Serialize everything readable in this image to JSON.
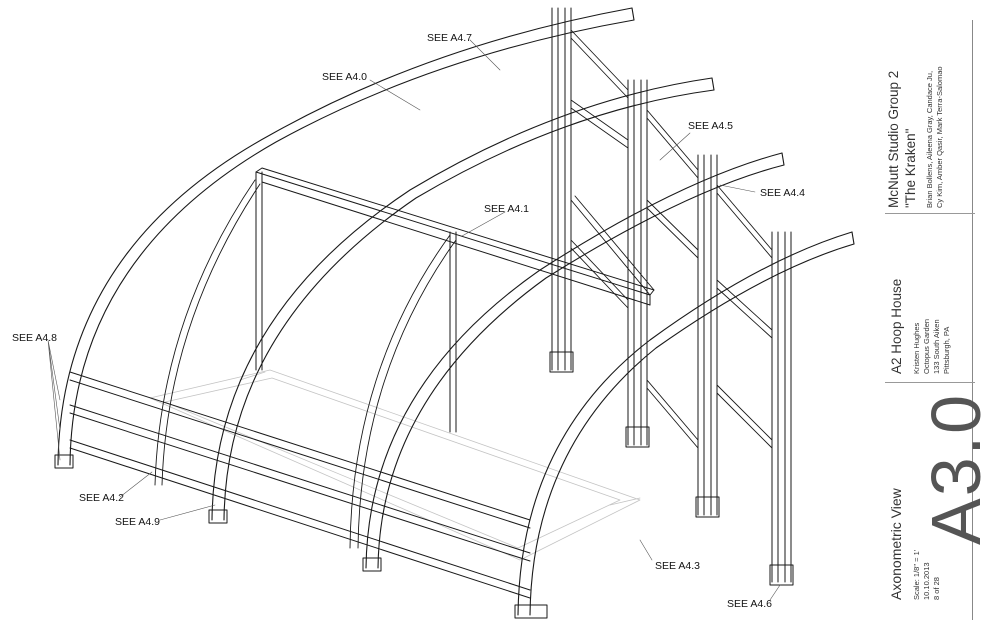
{
  "callouts": [
    {
      "id": "a47",
      "text": "SEE A4.7"
    },
    {
      "id": "a40",
      "text": "SEE A4.0"
    },
    {
      "id": "a45",
      "text": "SEE A4.5"
    },
    {
      "id": "a44",
      "text": "SEE A4.4"
    },
    {
      "id": "a41",
      "text": "SEE A4.1"
    },
    {
      "id": "a48",
      "text": "SEE A4.8"
    },
    {
      "id": "a42",
      "text": "SEE A4.2"
    },
    {
      "id": "a49",
      "text": "SEE A4.9"
    },
    {
      "id": "a43",
      "text": "SEE A4.3"
    },
    {
      "id": "a46",
      "text": "SEE A4.6"
    }
  ],
  "title_block": {
    "studio": "McNutt Studio Group 2",
    "project_name": "\"The Kraken\"",
    "team_line1": "Brian Bollens, Aileena Gray, Candace Ju,",
    "team_line2": "Cy Kim, Amber Qasir, Mark Terra-Salomao",
    "project": "A2 Hoop House",
    "client": "Kristen Hughes",
    "site": "Octopus Garden",
    "address1": "133 South Aiken",
    "address2": "Pittsburgh, PA",
    "view": "Axonometric View",
    "scale": "Scale: 1/8\" = 1'",
    "date": "10.10.2013",
    "sheet_count": "8 of 28",
    "sheet_number": "A3.0"
  },
  "colors": {
    "line": "#1a1a1a",
    "ground": "#bdbdbd",
    "tb_text": "#444444"
  }
}
